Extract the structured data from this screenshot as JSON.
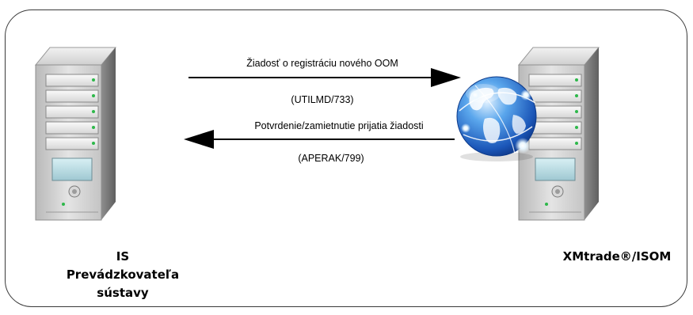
{
  "diagram": {
    "left_system": {
      "line1": "IS",
      "line2": "Prevádzkovateľa",
      "line3": "sústavy"
    },
    "right_system": {
      "name": "XMtrade®/ISOM"
    },
    "request_message": {
      "label": "Žiadosť o registráciu nového OOM",
      "code": "(UTILMD/733)"
    },
    "response_message": {
      "label": "Potvrdenie/zamietnutie prijatia žiadosti",
      "code": "(APERAK/799)"
    },
    "icons": [
      "server-icon",
      "globe-icon",
      "server-icon"
    ]
  }
}
